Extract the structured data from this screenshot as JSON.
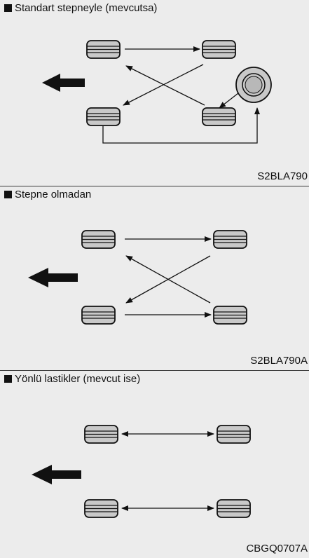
{
  "panels": [
    {
      "title": "Standart stepneyle (mevcutsa)",
      "code": "S2BLA790"
    },
    {
      "title": "Stepne olmadan",
      "code": "S2BLA790A"
    },
    {
      "title": "Yönlü lastikler (mevcut ise)",
      "code": "CBGQ0707A"
    }
  ],
  "colors": {
    "background": "#ececec",
    "tire_fill": "#c9c9c9",
    "stroke": "#111111"
  },
  "icons": [
    "square-bullet-icon",
    "tire-icon",
    "spare-tire-icon",
    "forward-direction-arrow-icon"
  ]
}
